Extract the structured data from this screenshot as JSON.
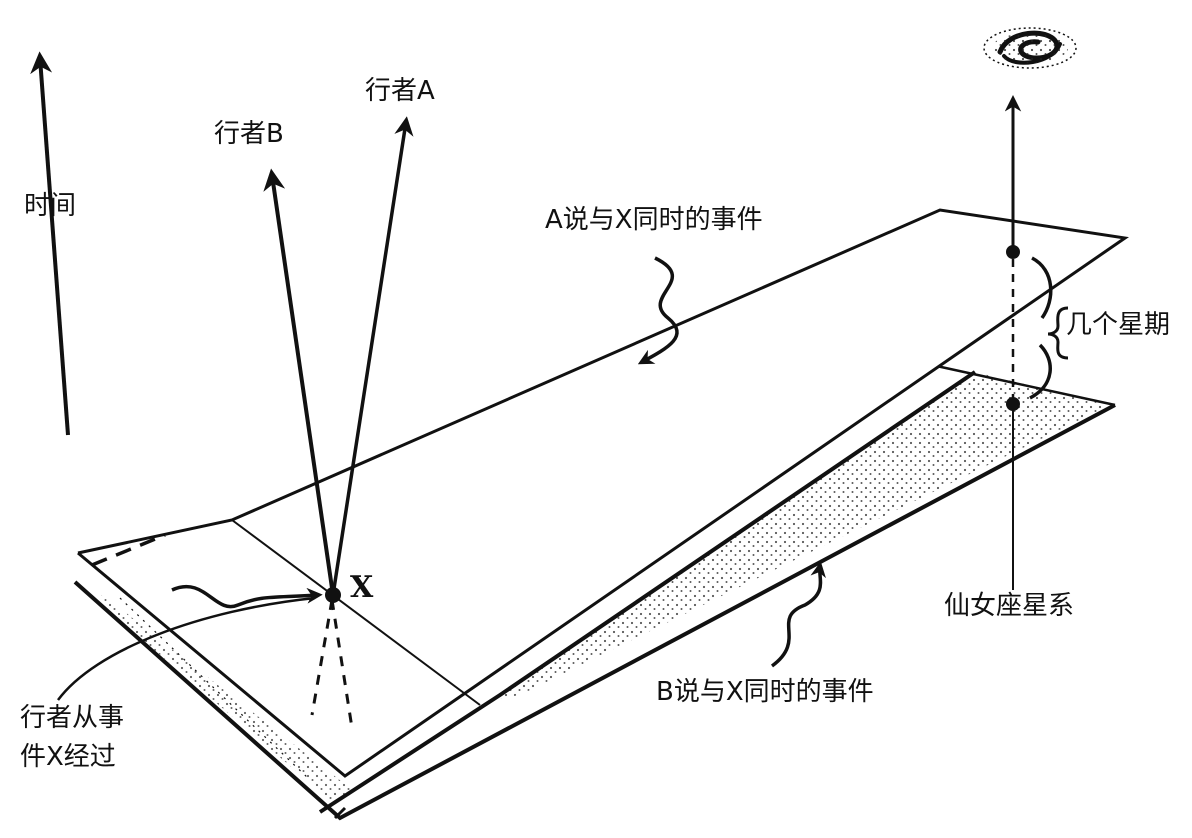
{
  "labels": {
    "time": "时间",
    "observer_a": "行者A",
    "observer_b": "行者B",
    "event_x": "X",
    "a_simultaneous": "A说与X同时的事件",
    "b_simultaneous": "B说与X同时的事件",
    "weeks": "几个星期",
    "andromeda": "仙女座星系",
    "passes_line1": "行者从事",
    "passes_line2": "件X经过"
  },
  "icons": {
    "galaxy": "spiral-galaxy-icon",
    "arrows": "arrowhead"
  },
  "colors": {
    "ink": "#111111",
    "paper": "#ffffff"
  }
}
